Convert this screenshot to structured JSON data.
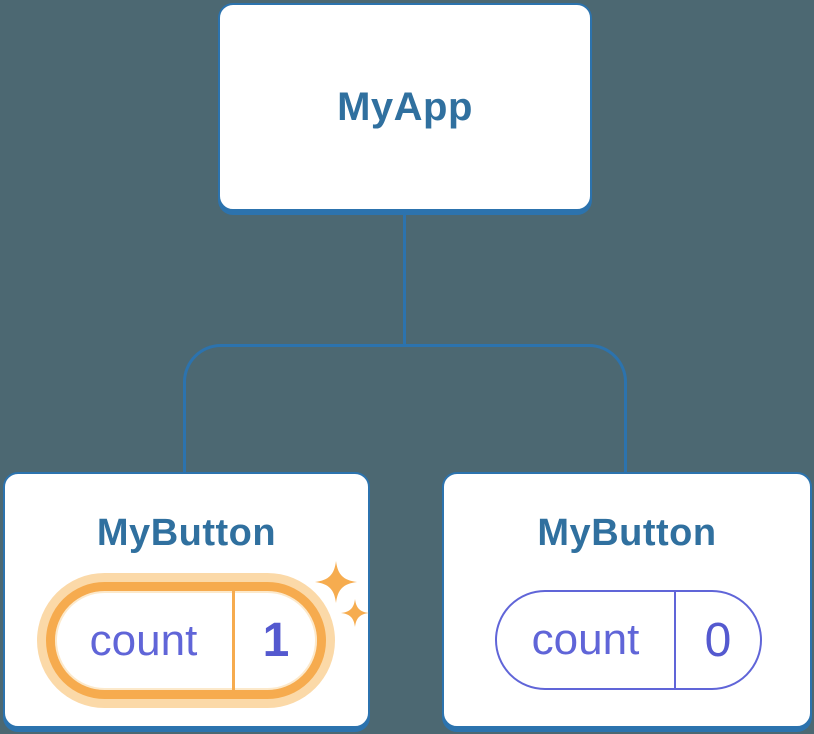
{
  "diagram": {
    "description": "React component tree with state",
    "root": {
      "title": "MyApp"
    },
    "children": [
      {
        "title": "MyButton",
        "state": {
          "label": "count",
          "value": "1"
        },
        "highlighted": true
      },
      {
        "title": "MyButton",
        "state": {
          "label": "count",
          "value": "0"
        },
        "highlighted": false
      }
    ]
  },
  "colors": {
    "background": "#4C6872",
    "node_border": "#2C73AE",
    "node_background": "#FFFFFF",
    "heading_text": "#30709F",
    "state_text": "#6065D8",
    "state_value_text": "#5459CF",
    "highlight_ring": "#F6AB4E",
    "highlight_halo": "#FBD9A8",
    "sparkle": "#F6AC4F"
  }
}
